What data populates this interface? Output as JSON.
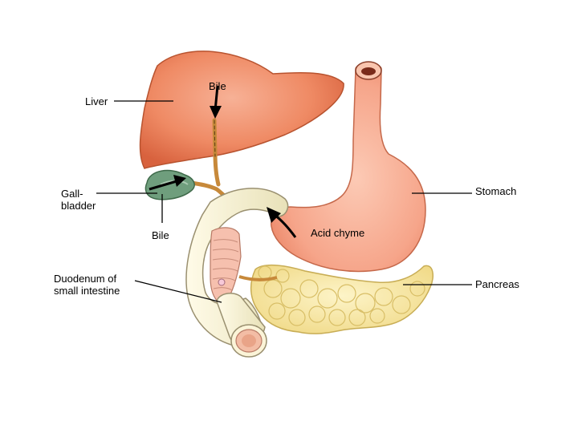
{
  "labels": {
    "liver": "Liver",
    "bile_top": "Bile",
    "gallbladder": "Gall-\nbladder",
    "bile_bottom": "Bile",
    "stomach": "Stomach",
    "acid_chyme": "Acid chyme",
    "duodenum": "Duodenum of\nsmall intestine",
    "pancreas": "Pancreas"
  },
  "colors": {
    "liver": "#f08a63",
    "stomach": "#f6a98a",
    "gallbladder": "#6f9e7d",
    "duct": "#c7893a",
    "duodenum": "#f4f0d4",
    "pancreas": "#f7e9a0",
    "arrow": "#000000"
  }
}
